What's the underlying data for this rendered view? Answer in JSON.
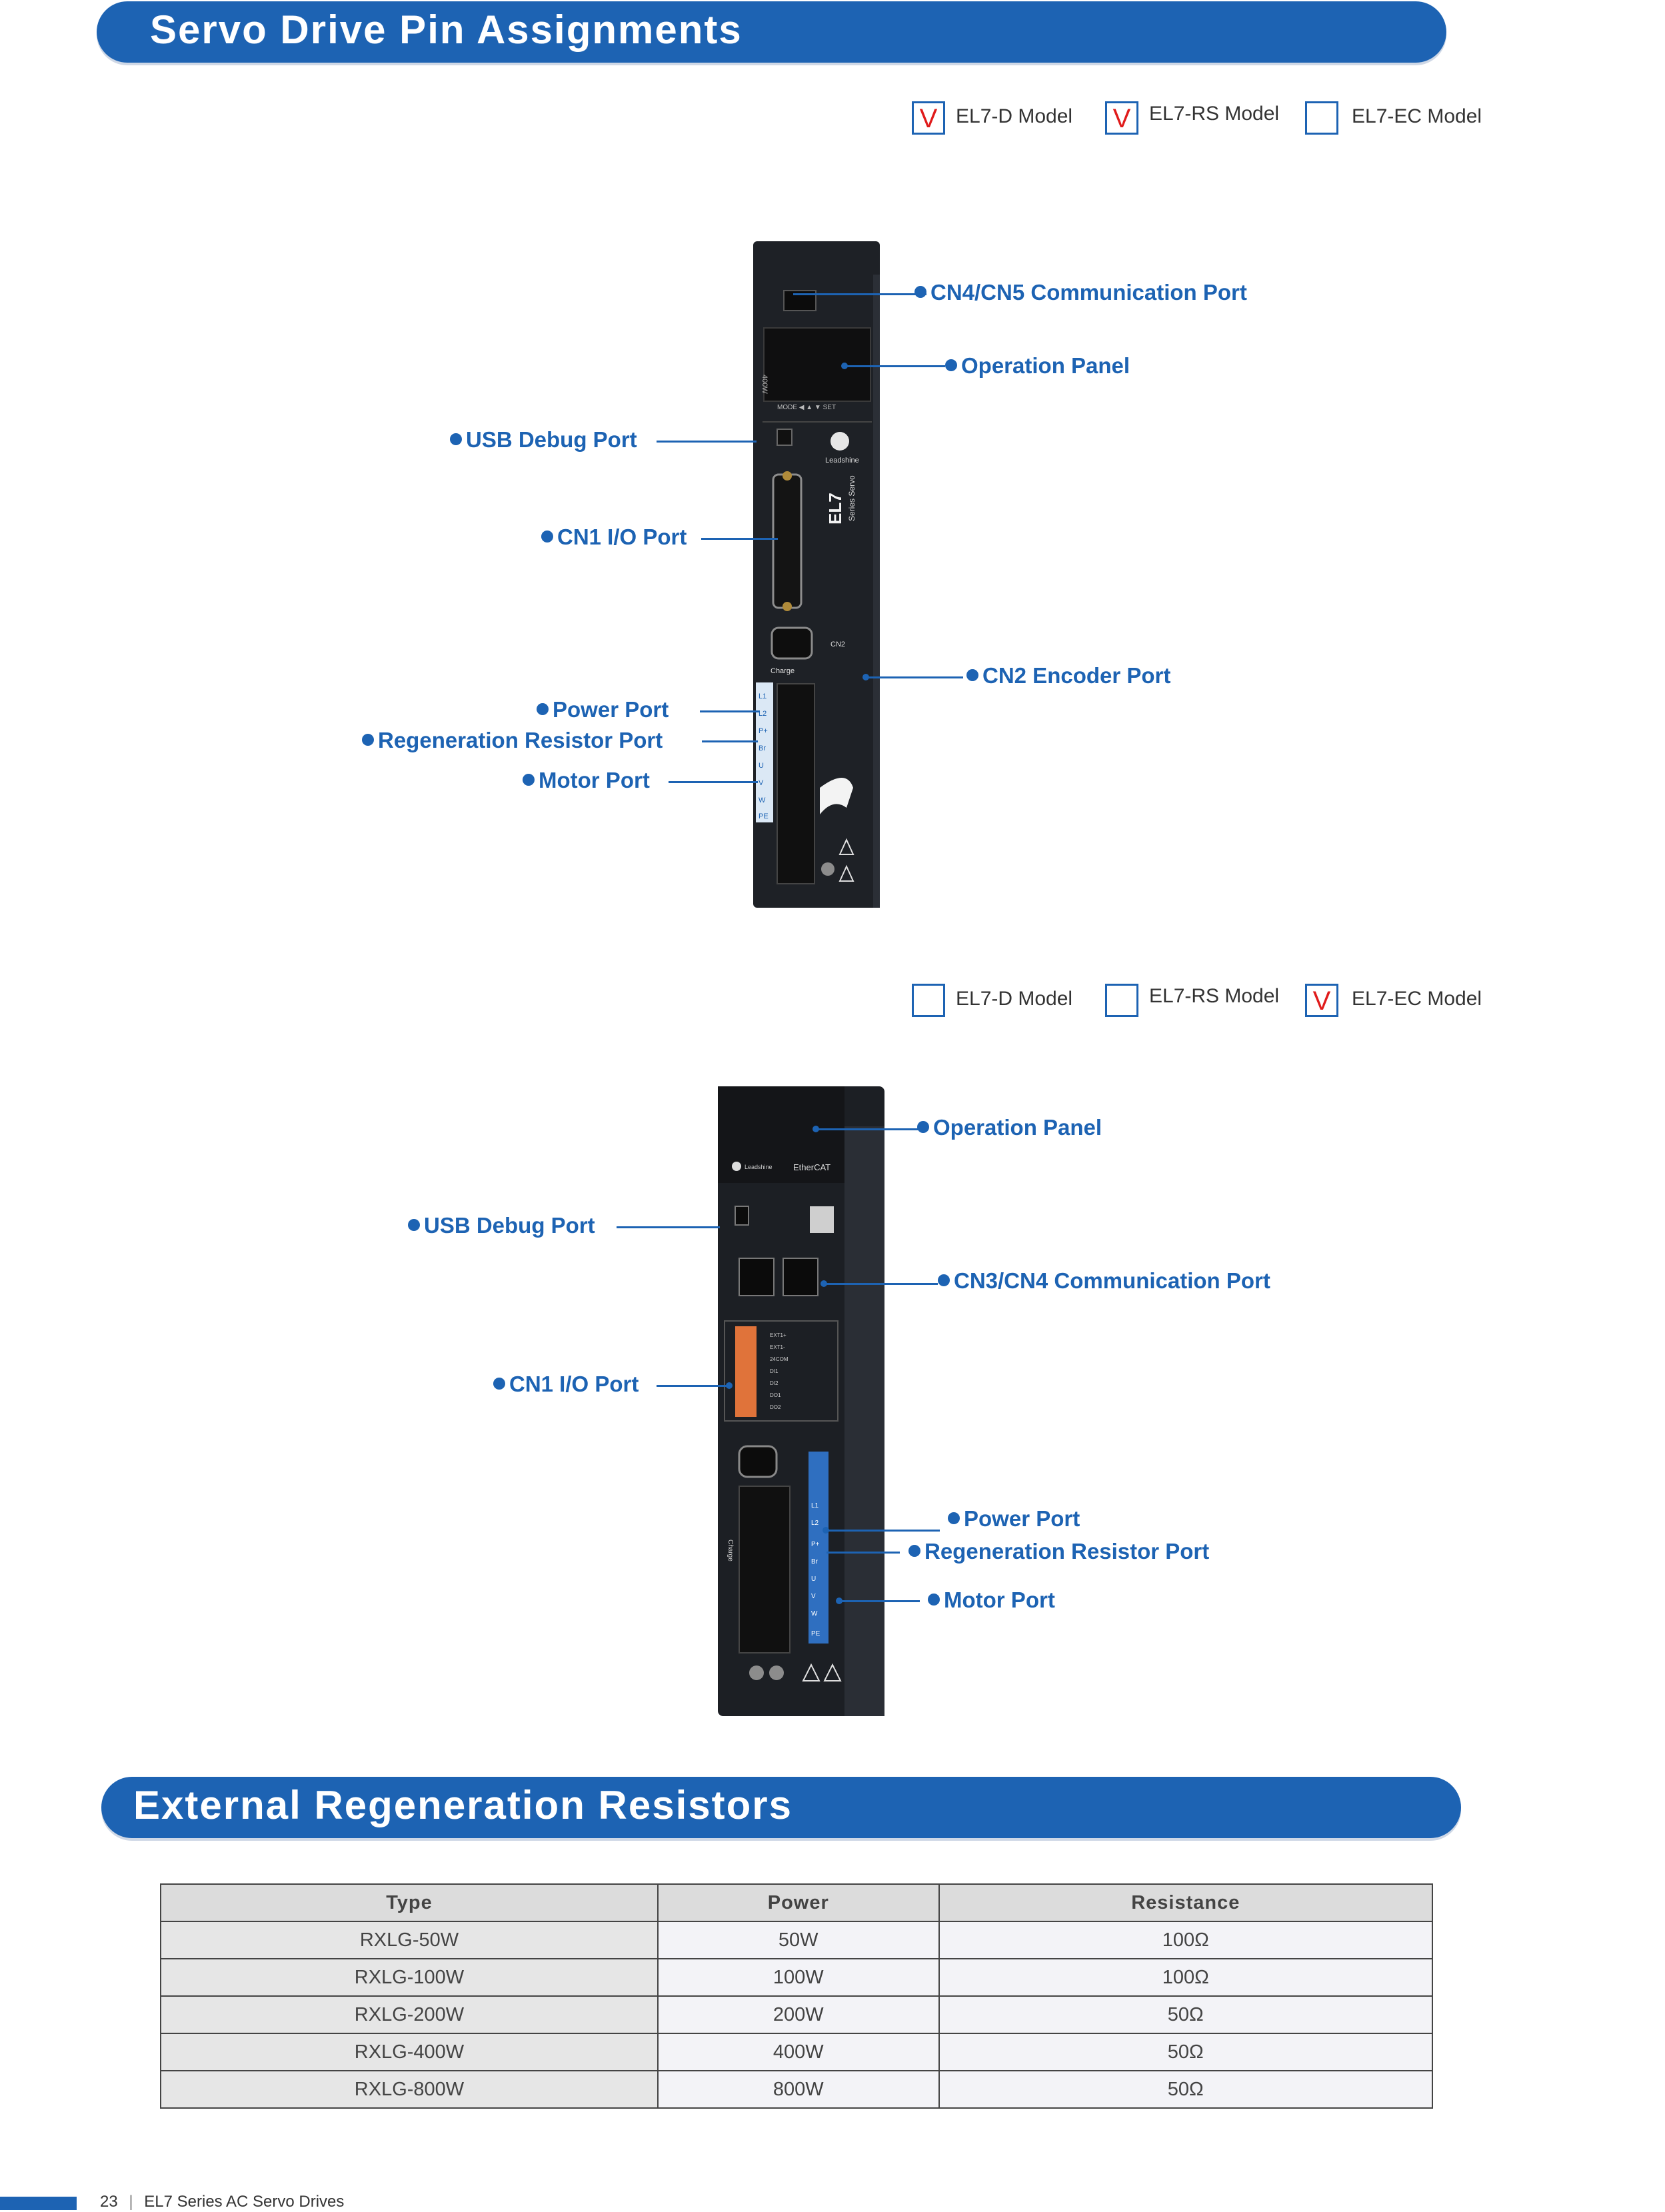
{
  "section1": {
    "title": "Servo Drive Pin Assignments"
  },
  "models_top": [
    {
      "mark": "V",
      "label": "EL7-D Model"
    },
    {
      "mark": "V",
      "label": "EL7-RS Model"
    },
    {
      "mark": "",
      "label": "EL7-EC Model"
    }
  ],
  "drive1": {
    "device_text": {
      "brand": "Leadshine",
      "series": "EL7",
      "series_sub": "Series Servo",
      "cn2": "CN2",
      "charge": "Charge",
      "power": "400W",
      "panel_keys": "MODE ◀  ▲  ▼  SET",
      "terminals": [
        "L1",
        "L2",
        "P+",
        "Br",
        "U",
        "V",
        "W",
        "PE"
      ]
    },
    "callouts": {
      "cn4cn5": "CN4/CN5 Communication Port",
      "operation_panel": "Operation Panel",
      "usb": "USB Debug Port",
      "cn1": "CN1 I/O Port",
      "cn2": "CN2 Encoder Port",
      "power": "Power Port",
      "regen": "Regeneration Resistor Port",
      "motor": "Motor Port"
    }
  },
  "models_bottom": [
    {
      "mark": "",
      "label": "EL7-D Model"
    },
    {
      "mark": "",
      "label": "EL7-RS Model"
    },
    {
      "mark": "V",
      "label": "EL7-EC Model"
    }
  ],
  "drive2": {
    "device_text": {
      "brand": "Leadshine",
      "ethercat": "EtherCAT",
      "charge": "Charge",
      "terminals": [
        "L1",
        "L2",
        "P+",
        "Br",
        "U",
        "V",
        "W",
        "PE"
      ],
      "io_labels": [
        "EXT1+",
        "EXT1-",
        "24COM",
        "DI1",
        "DI2",
        "DO1",
        "DO2"
      ]
    },
    "callouts": {
      "operation_panel": "Operation Panel",
      "usb": "USB Debug Port",
      "cn3cn4": "CN3/CN4 Communication Port",
      "cn1": "CN1 I/O Port",
      "power": "Power Port",
      "regen": "Regeneration Resistor Port",
      "motor": "Motor Port"
    }
  },
  "section2": {
    "title": "External Regeneration Resistors"
  },
  "table": {
    "headers": [
      "Type",
      "Power",
      "Resistance"
    ],
    "rows": [
      [
        "RXLG-50W",
        "50W",
        "100Ω"
      ],
      [
        "RXLG-100W",
        "100W",
        "100Ω"
      ],
      [
        "RXLG-200W",
        "200W",
        "50Ω"
      ],
      [
        "RXLG-400W",
        "400W",
        "50Ω"
      ],
      [
        "RXLG-800W",
        "800W",
        "50Ω"
      ]
    ]
  },
  "footer": {
    "page": "23",
    "separator": "|",
    "title": "EL7 Series AC Servo Drives"
  },
  "colors": {
    "brand_blue": "#1d63b3",
    "check_red": "#e01b1b",
    "device_dark": "#1e2126"
  }
}
